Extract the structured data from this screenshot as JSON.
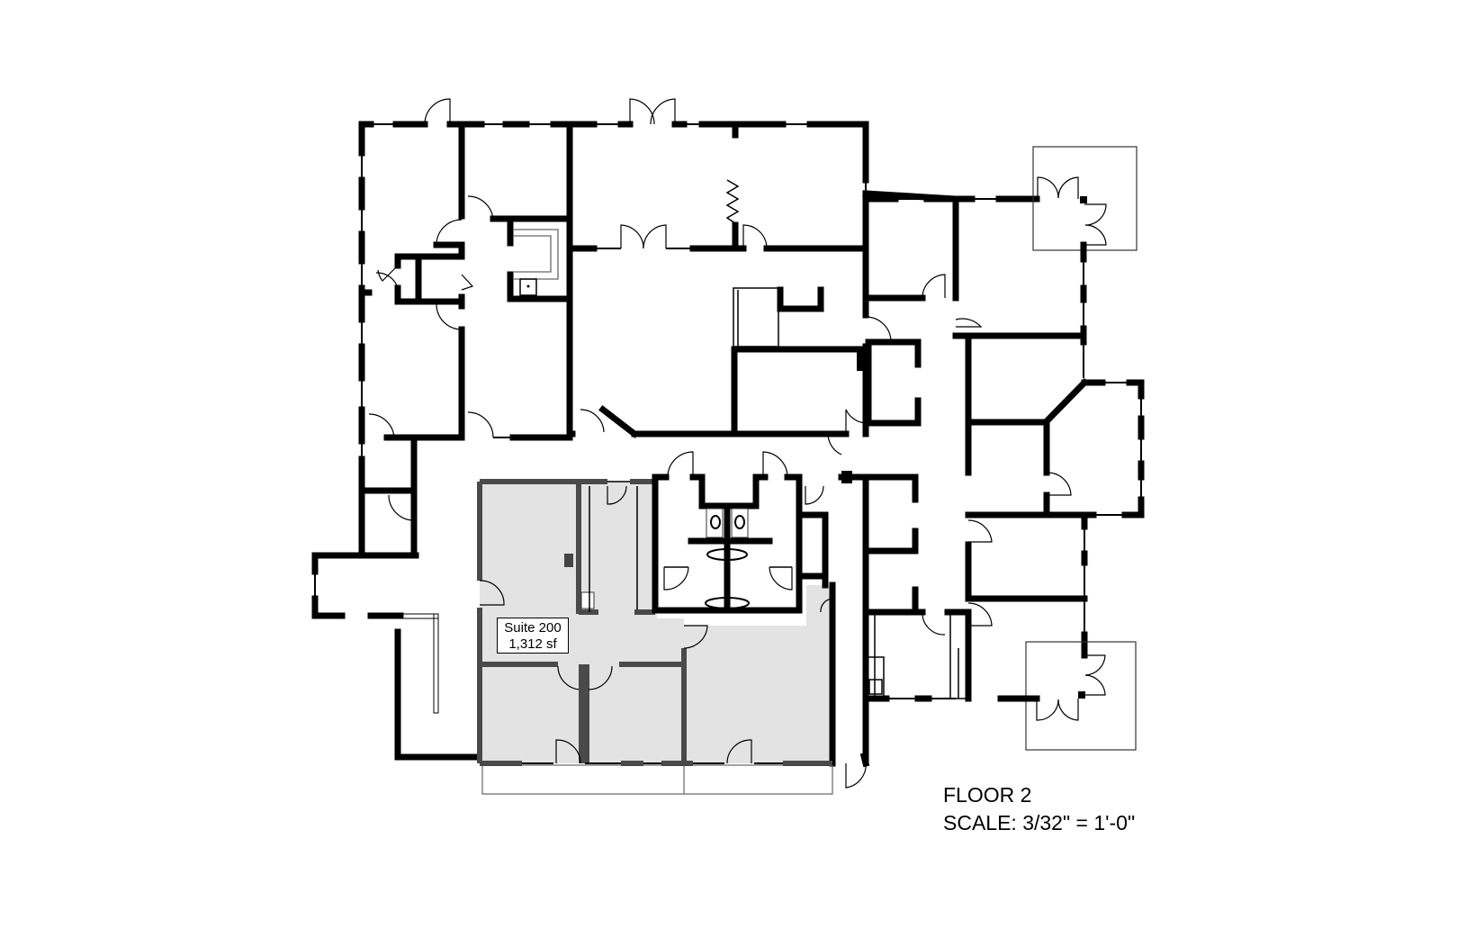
{
  "plan": {
    "floor_title": "FLOOR 2",
    "scale_text": "SCALE: 3/32\" = 1'-0\"",
    "highlighted_suite": {
      "name": "Suite 200",
      "area": "1,312 sf",
      "fill_color": "#e3e3e3"
    },
    "colors": {
      "wall": "#000000",
      "suite_fill": "#e3e3e3",
      "background": "#ffffff"
    }
  }
}
